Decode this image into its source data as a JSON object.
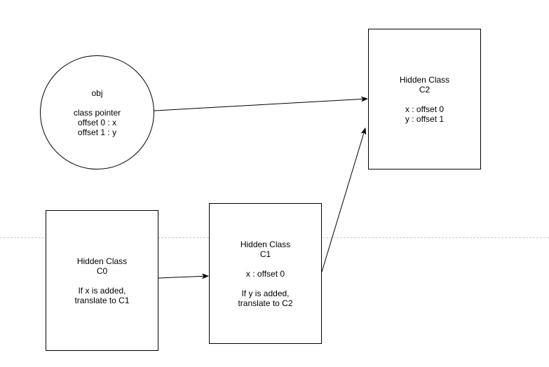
{
  "nodes": {
    "obj": {
      "title": "obj",
      "line1": "class pointer",
      "line2": "offset 0 : x",
      "line3": "offset 1 : y"
    },
    "c0": {
      "title": "Hidden Class",
      "name": "C0",
      "line1": "If x is added,",
      "line2": "translate to C1"
    },
    "c1": {
      "title": "Hidden Class",
      "name": "C1",
      "prop": "x : offset 0",
      "line1": "If y is added,",
      "line2": "translate to C2"
    },
    "c2": {
      "title": "Hidden Class",
      "name": "C2",
      "prop1": "x : offset 0",
      "prop2": "y : offset 1"
    }
  },
  "edges": [
    {
      "from": "obj.class pointer",
      "to": "C2"
    },
    {
      "from": "C0",
      "to": "C1"
    },
    {
      "from": "C1",
      "to": "C2"
    }
  ],
  "colors": {
    "stroke": "#000000",
    "background": "#ffffff",
    "page_break": "#c8c8c8"
  }
}
